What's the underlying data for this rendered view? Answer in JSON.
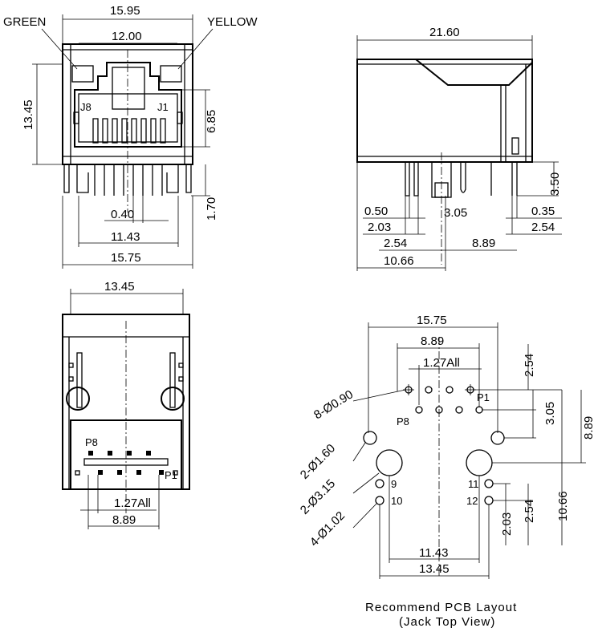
{
  "front_view": {
    "label_green": "GREEN",
    "label_yellow": "YELLOW",
    "dim_top_width": "15.95",
    "dim_inner_width": "12.00",
    "dim_height": "13.45",
    "dim_window_height": "6.85",
    "label_j8": "J8",
    "label_j1": "J1",
    "dim_pin_width": "0.40",
    "dim_pin_len": "1.70",
    "dim_pin_span": "11.43",
    "dim_base_width": "15.75"
  },
  "side_view": {
    "dim_length": "21.60",
    "dim_pin_height": "3.50",
    "dim_050": "0.50",
    "dim_203": "2.03",
    "dim_305": "3.05",
    "dim_035": "0.35",
    "dim_254_right": "2.54",
    "dim_254_left": "2.54",
    "dim_889": "8.89",
    "dim_1066": "10.66"
  },
  "bottom_view": {
    "dim_width": "13.45",
    "label_p8": "P8",
    "label_p1": "P1",
    "dim_pitch": "1.27All",
    "dim_span": "8.89"
  },
  "pcb_layout": {
    "dim_outer": "15.75",
    "dim_889_top": "8.89",
    "dim_pitch": "1.27All",
    "dim_254": "2.54",
    "dim_305": "3.05",
    "dim_889_right": "8.89",
    "hole_090": "8-Ø0.90",
    "hole_160": "2-Ø1.60",
    "hole_315": "2-Ø3.15",
    "hole_102": "4-Ø1.02",
    "label_p1": "P1",
    "label_p8": "P8",
    "label_9": "9",
    "label_10": "10",
    "label_11": "11",
    "label_12": "12",
    "dim_254_lower": "2.54",
    "dim_203": "2.03",
    "dim_1066": "10.66",
    "dim_1143": "11.43",
    "dim_1345": "13.45",
    "caption_line1": "Recommend PCB Layout",
    "caption_line2": "(Jack Top View)"
  }
}
